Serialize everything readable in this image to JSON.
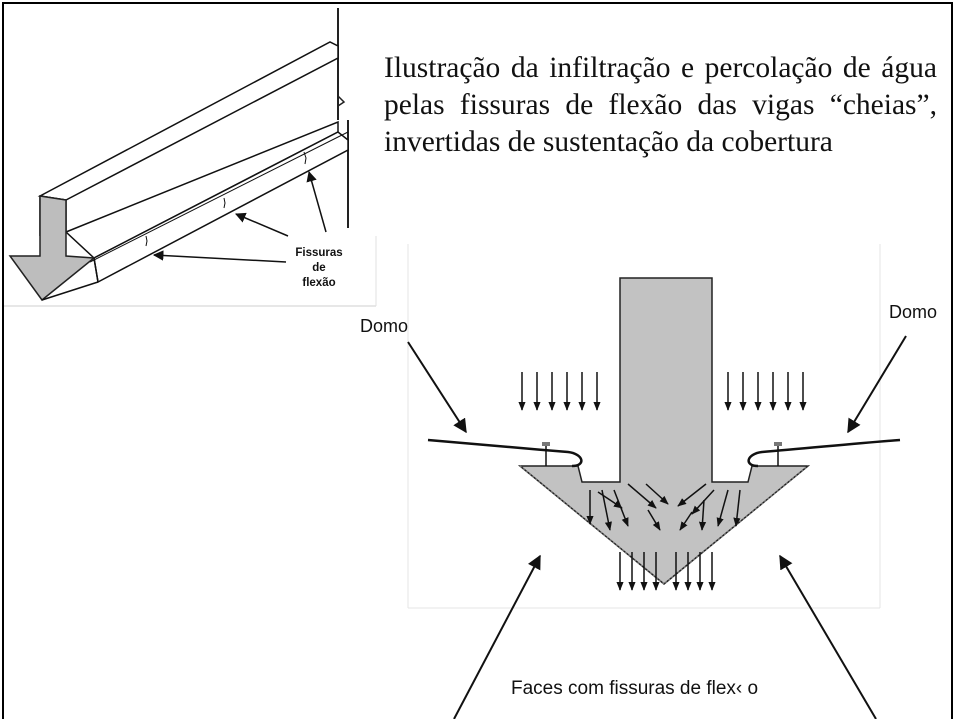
{
  "caption": "Ilustração da infiltração e percolação de água pelas fissuras de flexão das vigas “cheias”, invertidas de sustentação da cobertura",
  "labels": {
    "fissuras_1": "Fissuras",
    "fissuras_2": "de",
    "fissuras_3": "flexão",
    "domo_left": "Domo",
    "domo_right": "Domo",
    "faces": "Faces com fissuras de flex‹ o"
  },
  "colors": {
    "concrete_fill": "#c2c2c2",
    "beam_fill": "#bdbdbd",
    "outline": "#111111"
  }
}
